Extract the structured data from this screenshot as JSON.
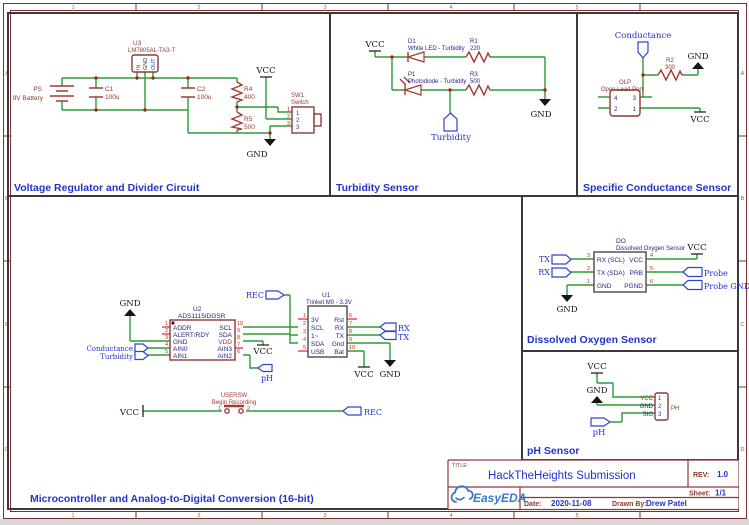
{
  "frame": {
    "cols": [
      "1",
      "2",
      "3",
      "4",
      "5"
    ],
    "rows": [
      "A",
      "B",
      "C",
      "D"
    ]
  },
  "nets": {
    "vcc": "VCC",
    "gnd": "GND",
    "rec": "REC",
    "ph": "pH",
    "rx": "RX",
    "tx": "TX",
    "probe": "Probe",
    "probe_gnd": "Probe GND",
    "conductance": "Conductance",
    "turbidity": "Turbidity"
  },
  "colors": {
    "wire": "#2e9b33",
    "component": "#a03b35",
    "net_blue": "#2233cc",
    "frame": "#7d2e2e"
  },
  "sections": {
    "voltage_regulator": {
      "title": "Voltage Regulator and Divider Circuit",
      "ps_ref": "PS",
      "ps_name": "9V Battery",
      "c1_ref": "C1",
      "c1_val": "100u",
      "u3_ref": "U3",
      "u3_name": "LM7805AL-TA3-T",
      "u3_in": "IN",
      "u3_gnd": "GND",
      "u3_out": "OUT",
      "c2_ref": "C2",
      "c2_val": "100u",
      "r4_ref": "R4",
      "r4_val": "400",
      "r5_ref": "R5",
      "r5_val": "500",
      "sw1_ref": "SW1",
      "sw1_name": "Switch",
      "sw1_pins": [
        "1",
        "2",
        "3"
      ]
    },
    "turbidity": {
      "title": "Turbidity Sensor",
      "d1_ref": "D1",
      "d1_name": "White LED - Turbidity",
      "r1_ref": "R1",
      "r1_val": "220",
      "p1_ref": "P1",
      "p1_name": "Photodiode - Turbidity",
      "r3_ref": "R3",
      "r3_val": "500"
    },
    "conductance": {
      "title": "Specific Conductance Sensor",
      "r2_ref": "R2",
      "r2_val": "300",
      "olp_ref": "OLP",
      "olp_name": "Open Lead Port",
      "olp_pins": [
        "4",
        "2",
        "3",
        "1"
      ]
    },
    "dissolved_oxygen": {
      "title": "Dissolved Oxygen Sensor",
      "ref": "DO",
      "name": "Dissolved Oxygen Sensor",
      "left": [
        {
          "num": "3",
          "name": "RX (SCL)"
        },
        {
          "num": "2",
          "name": "TX (SDA)"
        },
        {
          "num": "1",
          "name": "GND"
        }
      ],
      "right": [
        {
          "num": "4",
          "name": "VCC"
        },
        {
          "num": "5",
          "name": "PRB"
        },
        {
          "num": "6",
          "name": "PGND"
        }
      ]
    },
    "ph": {
      "title": "pH Sensor",
      "ref": "PH",
      "pins": [
        {
          "num": "1",
          "name": "VCC"
        },
        {
          "num": "2",
          "name": "GND"
        },
        {
          "num": "3",
          "name": "SIG"
        }
      ]
    },
    "mcu": {
      "title": "Microcontroller and Analog-to-Digital Conversion (16-bit)",
      "u2_ref": "U2",
      "u2_name": "ADS1115IDGSR",
      "u2_left": [
        {
          "num": "1",
          "name": "ADDR"
        },
        {
          "num": "2",
          "name": "ALERT/RDY"
        },
        {
          "num": "3",
          "name": "GND"
        },
        {
          "num": "4",
          "name": "AIN0"
        },
        {
          "num": "5",
          "name": "AIN1"
        }
      ],
      "u2_right": [
        {
          "num": "10",
          "name": "SCL"
        },
        {
          "num": "9",
          "name": "SDA"
        },
        {
          "num": "8",
          "name": "VDD"
        },
        {
          "num": "7",
          "name": "AIN3"
        },
        {
          "num": "6",
          "name": "AIN2"
        }
      ],
      "u1_ref": "U1",
      "u1_name": "Trinket M0 - 3.3V",
      "u1_left": [
        {
          "num": "1",
          "name": "3V"
        },
        {
          "num": "2",
          "name": "SCL"
        },
        {
          "num": "3",
          "name": "1~"
        },
        {
          "num": "4",
          "name": "SDA"
        },
        {
          "num": "5",
          "name": "USB"
        }
      ],
      "u1_right": [
        {
          "num": "6",
          "name": "Rst"
        },
        {
          "num": "7",
          "name": "RX"
        },
        {
          "num": "8",
          "name": "TX"
        },
        {
          "num": "9",
          "name": "Gnd"
        },
        {
          "num": "10",
          "name": "Bat"
        }
      ],
      "usersw_ref": "USERSW",
      "usersw_name": "Begin Recording",
      "usersw_pins": [
        "1",
        "2"
      ]
    }
  },
  "title_block": {
    "title_label": "TITLE:",
    "title": "HackTheHeights Submission",
    "rev_label": "REV:",
    "rev": "1.0",
    "sheet_label": "Sheet:",
    "sheet": "1/1",
    "date_label": "Date:",
    "date": "2020-11-08",
    "drawn_label": "Drawn By:",
    "drawn_by": "Drew Patel",
    "logo_text": "EasyEDA"
  }
}
